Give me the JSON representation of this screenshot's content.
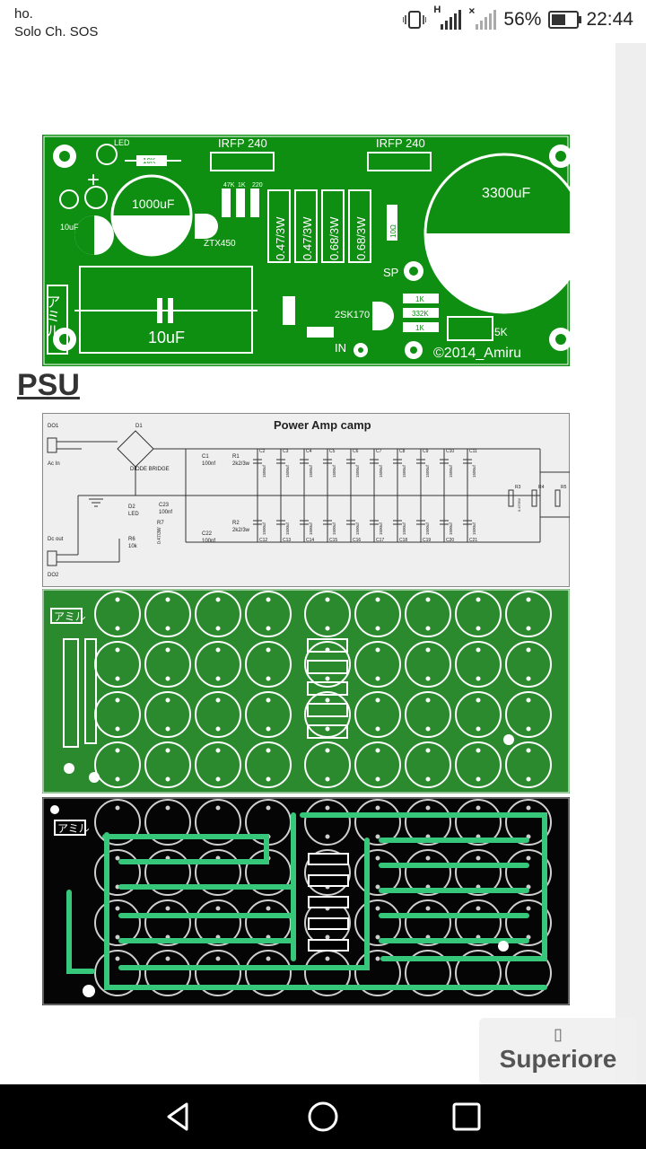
{
  "status_bar": {
    "line1": "ho.",
    "line2": "Solo Ch. SOS",
    "network_h": "H",
    "network_x": "×",
    "battery_percent": "56%",
    "time": "22:44",
    "icons": [
      "vibrate-icon",
      "signal-icon",
      "signal-weak-icon",
      "battery-icon"
    ]
  },
  "amp_board": {
    "labels": {
      "led": "LED",
      "r10k_top": "10K",
      "irfp_left": "IRFP 240",
      "irfp_right": "IRFP 240",
      "c1000": "1000uF",
      "c10uf_small": "10uF",
      "r47k": "47K",
      "r1k": "1K",
      "r220": "220",
      "ztx": "ZTX450",
      "r047a": "0.47/3W",
      "r047b": "0.47/3W",
      "r068a": "0.68/3W",
      "r068b": "0.68/3W",
      "r10": "10Ω",
      "c3300": "3300uF",
      "sp": "SP",
      "c10uf": "10uF",
      "sk170": "2SK170",
      "r1k_a": "1K",
      "r332k": "332K",
      "r1k_b": "1K",
      "pot5k": "5K",
      "in": "IN",
      "copyright": "©2014_Amiru",
      "logo": "アミル"
    }
  },
  "section_heading": "PSU",
  "schematic": {
    "title": "Power Amp camp",
    "do1": "DO1",
    "ac_in": "Ac In",
    "d1": "D1",
    "diode_bridge": "DIODE BRIDGE",
    "dc_out": "Dc out",
    "do2": "DO2",
    "d2": "D2",
    "led": "LED",
    "r6": "R6",
    "r6v": "10k",
    "c23": "C23",
    "c23v": "100nf",
    "r7": "R7",
    "r7v": "0.47/3W",
    "c1": "C1",
    "c1v": "100nf",
    "c22": "C22",
    "c22v": "100nf",
    "r1": "R1",
    "r1v": "2k2/3w",
    "r2": "R2",
    "r2v": "2k2/3w",
    "cap_value": "1500uf",
    "top_caps": [
      "C2",
      "C3",
      "C4",
      "C5",
      "C6",
      "C7",
      "C8",
      "C9",
      "C10",
      "C11"
    ],
    "bottom_caps": [
      "C12",
      "C13",
      "C14",
      "C15",
      "C16",
      "C17",
      "C18",
      "C19",
      "C20",
      "C21"
    ],
    "r3": "R3",
    "r4": "R4",
    "r5": "R5",
    "r345v": "0.47/3W"
  },
  "green_board": {
    "logo": "アミル"
  },
  "black_board": {
    "logo": "アミル"
  },
  "scroll_top": {
    "arrow": "▯",
    "label": "Superiore"
  },
  "nav": {
    "back": "back-icon",
    "home": "home-icon",
    "recents": "recents-icon"
  },
  "colors": {
    "pcb_green": "#0f8f12",
    "pcb_dark_green": "#2b8a2e",
    "pcb_black": "#050505",
    "trace_green": "#37c77a"
  }
}
